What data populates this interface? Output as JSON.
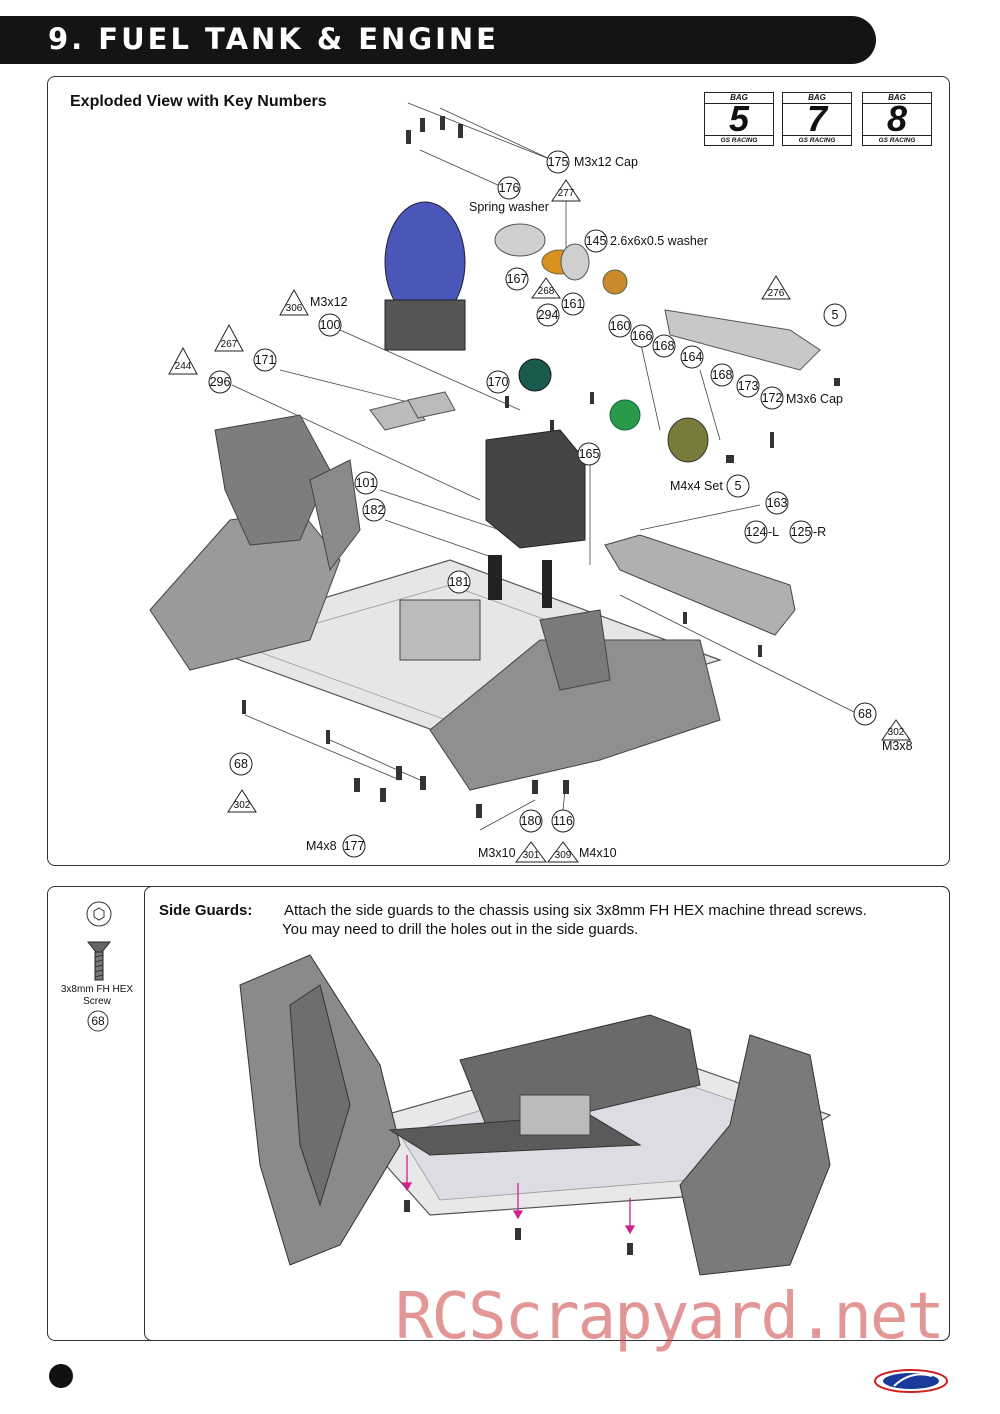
{
  "header": {
    "title": "9. FUEL TANK & ENGINE"
  },
  "exploded_view": {
    "title": "Exploded View with Key Numbers",
    "bags": [
      {
        "top": "BAG",
        "number": "5",
        "bottom": "GS RACING"
      },
      {
        "top": "BAG",
        "number": "7",
        "bottom": "GS RACING"
      },
      {
        "top": "BAG",
        "number": "8",
        "bottom": "GS RACING"
      }
    ],
    "circles": [
      "175",
      "176",
      "145",
      "167",
      "161",
      "294",
      "160",
      "166",
      "168",
      "164",
      "5",
      "100",
      "171",
      "296",
      "170",
      "168",
      "173",
      "172",
      "165",
      "5",
      "101",
      "182",
      "163",
      "124",
      "125",
      "181",
      "68",
      "68",
      "180",
      "116",
      "177"
    ],
    "triangles": [
      "277",
      "268",
      "276",
      "306",
      "267",
      "244",
      "302",
      "302",
      "301",
      "309"
    ],
    "labels": {
      "m3x12_cap": "M3x12 Cap",
      "spring_washer": "Spring washer",
      "washer": "2.6x6x0.5 washer",
      "m3x12": "M3x12",
      "m3x6_cap": "M3x6 Cap",
      "m4x4_set": "M4x4 Set",
      "left": "-L",
      "right": "-R",
      "m3x8": "M3x8",
      "m4x8": "M4x8",
      "m3x10": "M3x10",
      "m4x10": "M4x10"
    }
  },
  "side_guards": {
    "title": "Side Guards:",
    "line1": "Attach the side guards to the chassis using six 3x8mm FH HEX machine thread screws.",
    "line2": "You may need to drill the holes out in the side guards.",
    "screw_label": "3x8mm FH HEX Screw",
    "screw_number": "68"
  },
  "watermark": "RCScrapyard.net",
  "colors": {
    "header_bg": "#141414",
    "engine_blue": "#4a56b8",
    "accent_orange": "#d9921e",
    "accent_green": "#2a9a4a",
    "arrow_magenta": "#d0208a"
  }
}
